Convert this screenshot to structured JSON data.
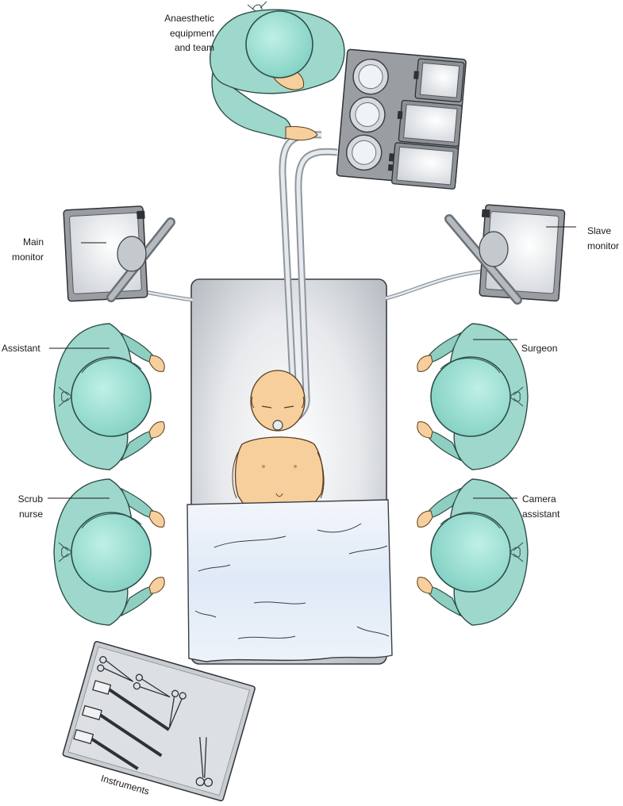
{
  "labels": {
    "anaesthetic": "Anaesthetic\nequipment\nand team",
    "main_monitor": "Main\nmonitor",
    "slave_monitor": "Slave\nmonitor",
    "assistant": "Assistant",
    "surgeon": "Surgeon",
    "scrub_nurse": "Scrub\nnurse",
    "camera_assistant": "Camera\nassistant",
    "instruments": "Instruments"
  },
  "colors": {
    "gown": "#9ed8cc",
    "gown_dark": "#6fb8aa",
    "cap": "#86d0c4",
    "skin": "#f6cf9c",
    "table": "#c4c8cd",
    "monitor_body": "#9a9ea3",
    "screen": "#e4e8ec",
    "drape": "#dfe8f6",
    "tubing": "#d7dde2"
  }
}
